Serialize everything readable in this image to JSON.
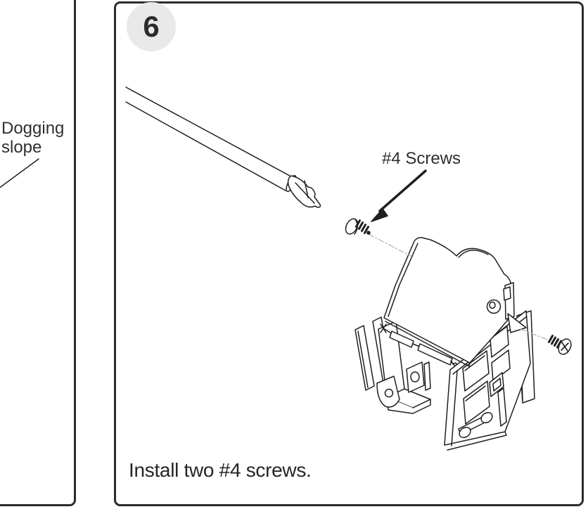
{
  "step": {
    "number": "6",
    "caption": "Install two #4 screws.",
    "callout": "#4 Screws"
  },
  "left_panel": {
    "label_line1": "Dogging",
    "label_line2": "slope"
  },
  "illustration_icons": {
    "screwdriver": "phillips-screwdriver-icon",
    "screw_left": "flat-head-screw-icon",
    "screw_right": "flat-head-phillips-screw-icon",
    "assembly": "dogging-assembly-exploded-view",
    "arrow": "callout-arrow"
  },
  "colors": {
    "background": "#ffffff",
    "panel_border": "#2b2b2b",
    "line_art": "#1f1f1f",
    "badge_bg": "#e9e9e9",
    "badge_text": "#2c2c2c",
    "guide_line": "#b3b3b3",
    "text": "#2f2f2f"
  }
}
